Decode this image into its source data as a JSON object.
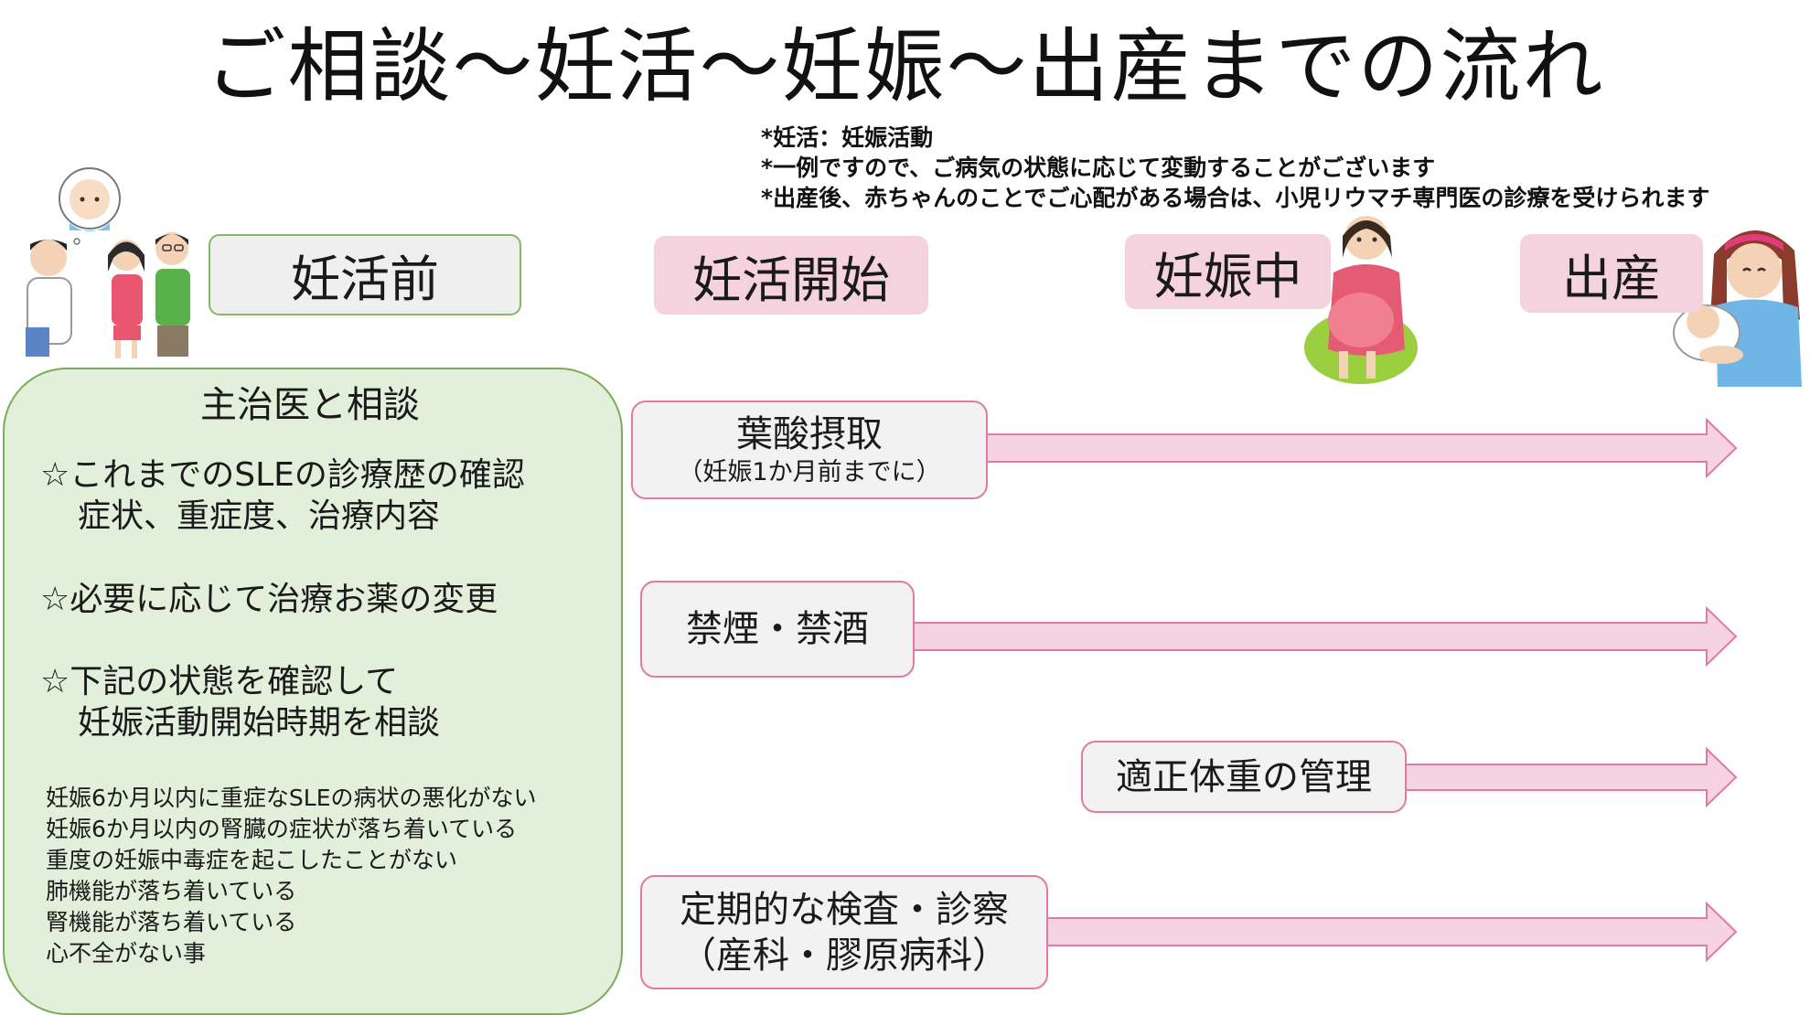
{
  "title": "ご相談〜妊活〜妊娠〜出産までの流れ",
  "notes": [
    "*妊活：妊娠活動",
    "*一例ですので、ご病気の状態に応じて変動することがございます",
    "*出産後、赤ちゃんのことでご心配がある場合は、小児リウマチ専門医の診療を受けられます"
  ],
  "phases": [
    "妊活前",
    "妊活開始",
    "妊娠中",
    "出産"
  ],
  "panel": {
    "heading": "主治医と相談",
    "item1_line1": "☆これまでのSLEの診療歴の確認",
    "item1_line2": "症状、重症度、治療内容",
    "item2": "☆必要に応じて治療お薬の変更",
    "item3_line1": "☆下記の状態を確認して",
    "item3_line2": "妊娠活動開始時期を相談",
    "conditions": [
      "妊娠6か月以内に重症なSLEの病状の悪化がない",
      "妊娠6か月以内の腎臓の症状が落ち着いている",
      "重度の妊娠中毒症を起こしたことがない",
      "肺機能が落ち着いている",
      "腎機能が落ち着いている",
      "心不全がない事"
    ]
  },
  "steps": [
    {
      "main": "葉酸摂取",
      "sub": "（妊娠1か月前までに）"
    },
    {
      "main": "禁煙・禁酒"
    },
    {
      "main": "適正体重の管理"
    },
    {
      "main": "定期的な検査・診察",
      "sub": "（産科・膠原病科）"
    }
  ],
  "colors": {
    "phase_pink": "#f5d3de",
    "arrow_fill": "#f6d3e1",
    "arrow_stroke": "#e07aa6",
    "panel_green": "#e2efda",
    "panel_border": "#7aad55"
  },
  "illustrations": [
    "consultation-family-icon",
    "pregnant-woman-icon",
    "nurse-with-baby-icon"
  ]
}
